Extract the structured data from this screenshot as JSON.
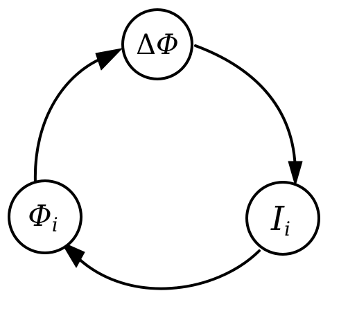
{
  "nodes": {
    "delta_phi": {
      "prefix": "Δ",
      "symbol": "Φ",
      "subscript": ""
    },
    "current_i": {
      "prefix": "",
      "symbol": "I",
      "subscript": "i"
    },
    "phi_i": {
      "prefix": "",
      "symbol": "Φ",
      "subscript": "i"
    }
  },
  "edges": [
    {
      "from": "delta_phi",
      "to": "current_i"
    },
    {
      "from": "current_i",
      "to": "phi_i"
    },
    {
      "from": "phi_i",
      "to": "delta_phi"
    }
  ],
  "colors": {
    "stroke": "#000000",
    "background": "#ffffff"
  }
}
